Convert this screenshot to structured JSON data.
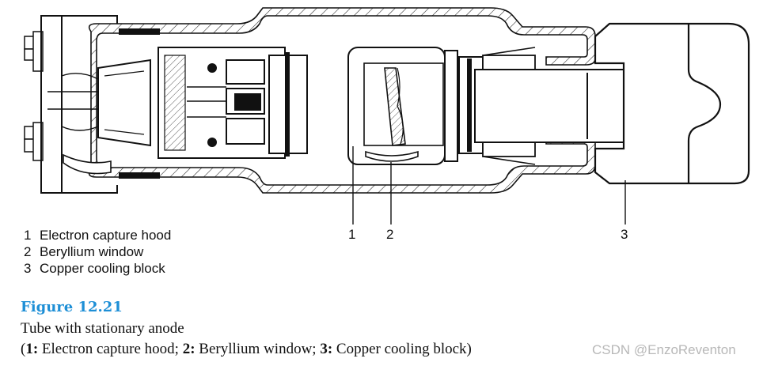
{
  "legend": [
    {
      "num": "1",
      "label": "Electron capture hood"
    },
    {
      "num": "2",
      "label": "Beryllium window"
    },
    {
      "num": "3",
      "label": "Copper cooling block"
    }
  ],
  "callouts": {
    "c1": "1",
    "c2": "2",
    "c3": "3"
  },
  "figure": {
    "label": "Figure 12.21",
    "title": "Tube with stationary anode",
    "caption": {
      "open": "(",
      "n1": "1:",
      "t1": " Electron capture hood; ",
      "n2": "2:",
      "t2": " Beryllium window; ",
      "n3": "3:",
      "t3": " Copper cooling block)"
    }
  },
  "watermark": "CSDN @EnzoReventon"
}
